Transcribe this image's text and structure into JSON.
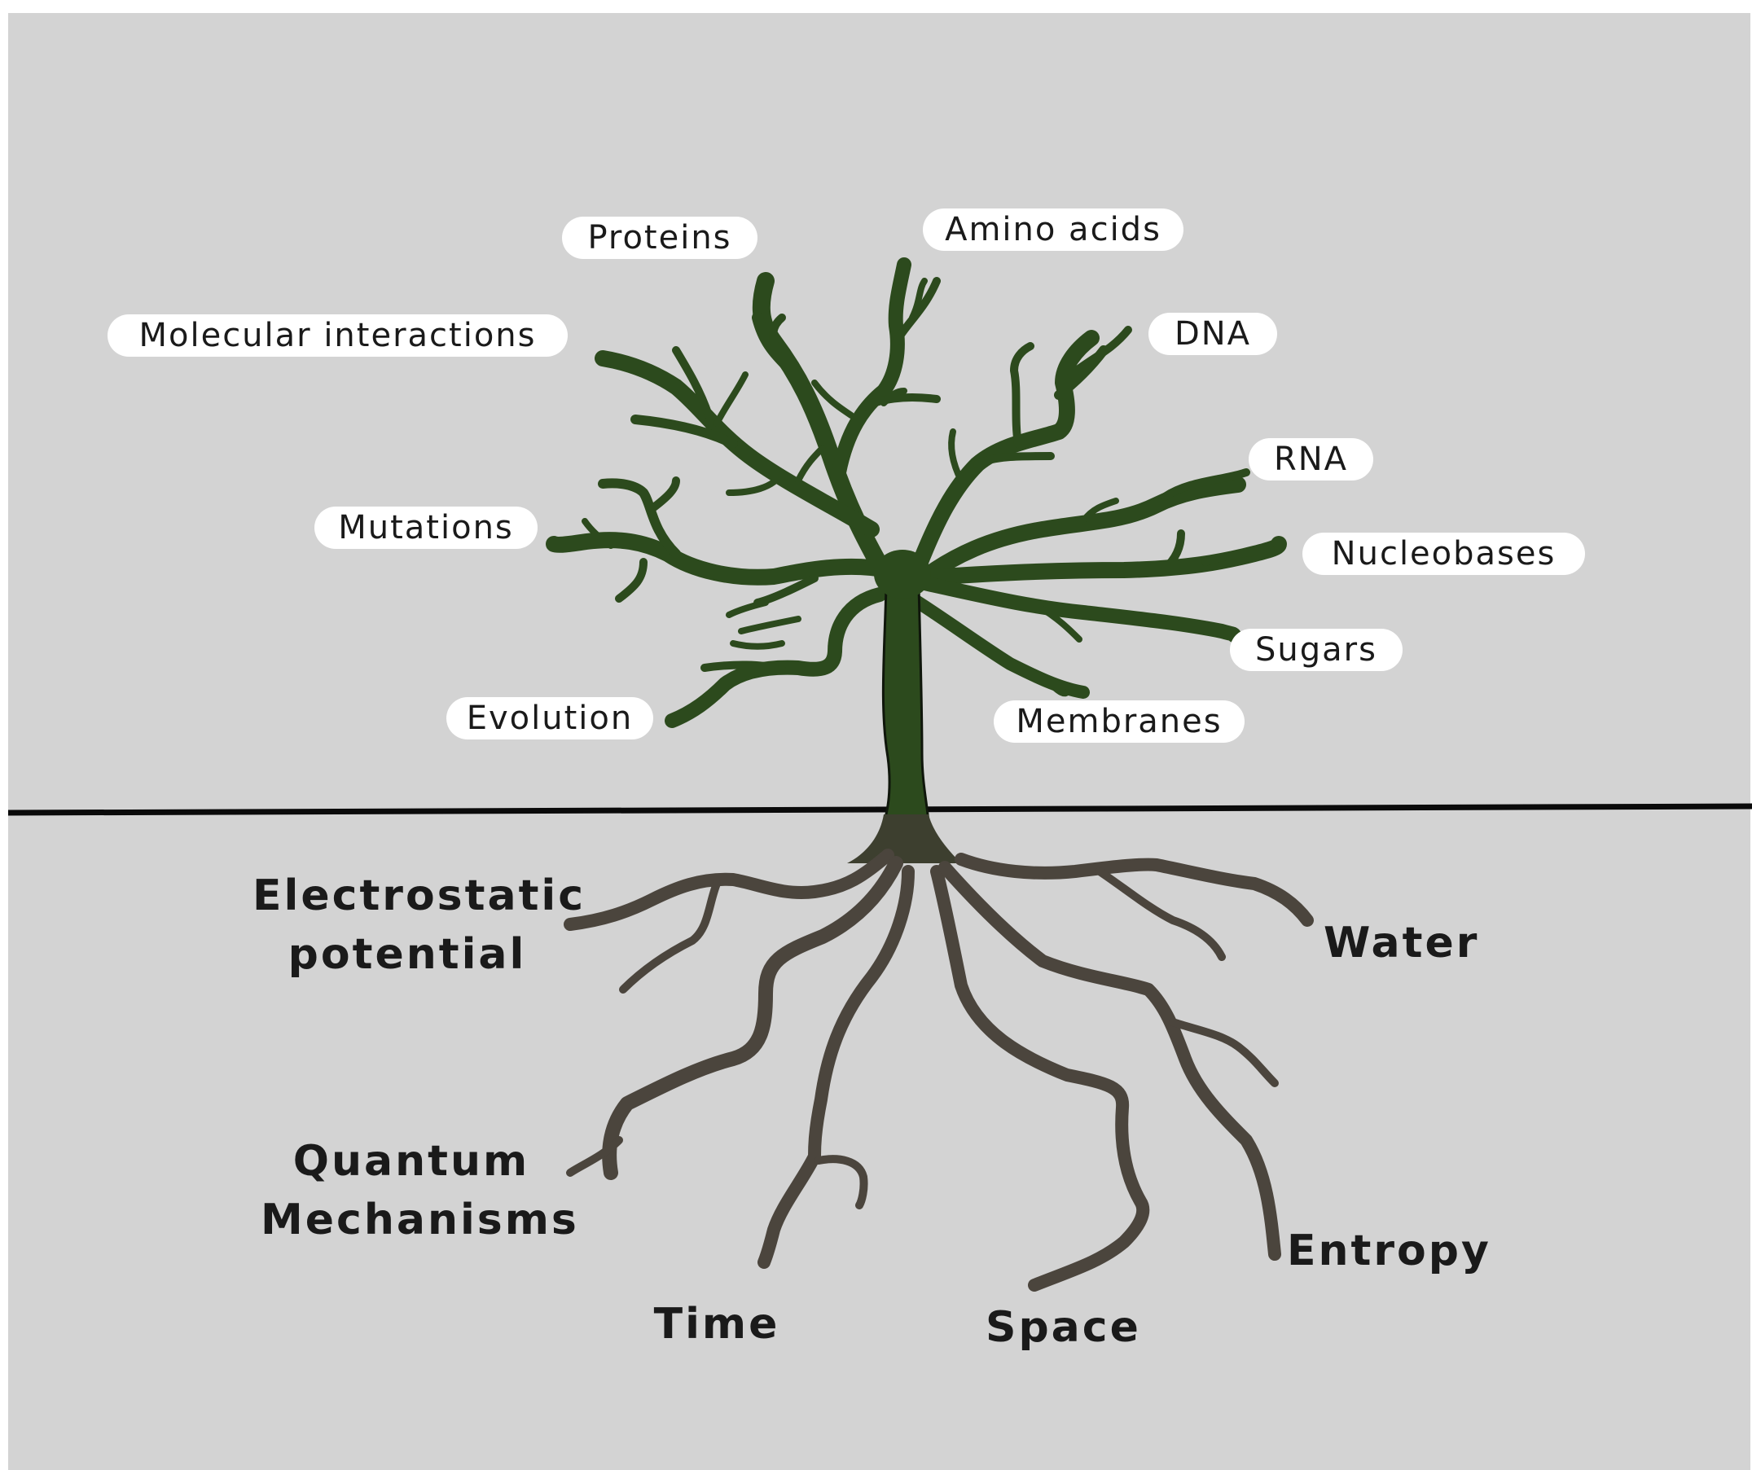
{
  "colors": {
    "background": "#d3d3d3",
    "trunk": "#2c4a1d",
    "roots": "#4b453d",
    "ground_line": "#0a0a0a",
    "label_fill": "#ffffff"
  },
  "branches": {
    "proteins": "Proteins",
    "amino_acids": "Amino acids",
    "molecular_interactions": "Molecular interactions",
    "dna": "DNA",
    "rna": "RNA",
    "mutations": "Mutations",
    "nucleobases": "Nucleobases",
    "sugars": "Sugars",
    "evolution": "Evolution",
    "membranes": "Membranes"
  },
  "roots": {
    "electrostatic_1": "Electrostatic",
    "electrostatic_2": "potential",
    "water": "Water",
    "quantum_1": "Quantum",
    "quantum_2": "Mechanisms",
    "entropy": "Entropy",
    "time": "Time",
    "space": "Space"
  }
}
